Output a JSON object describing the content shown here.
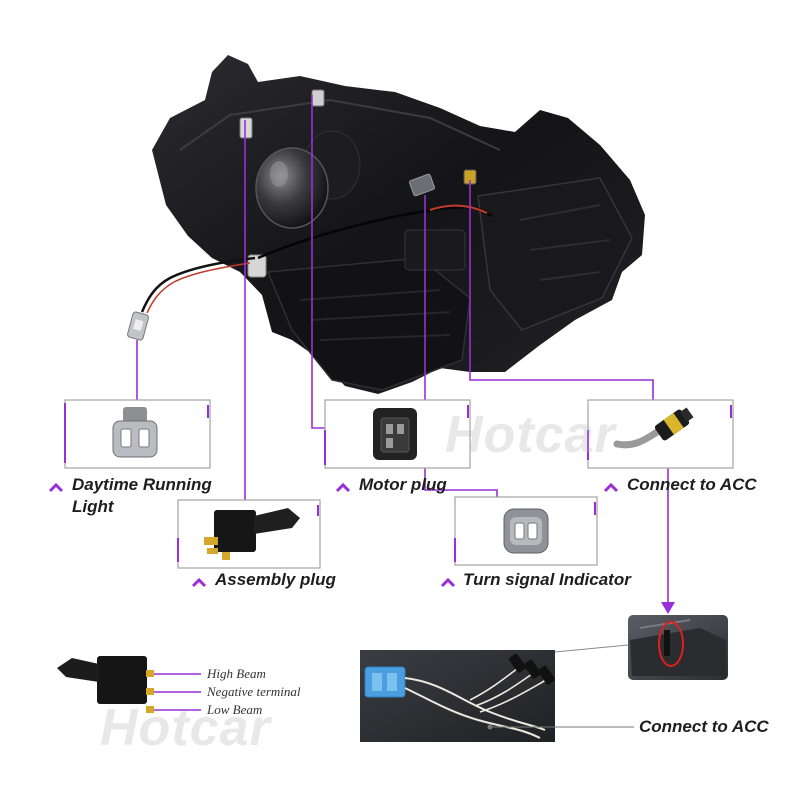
{
  "watermarks": [
    "Hotcar",
    "Hotcar"
  ],
  "callouts": {
    "drl": {
      "label_line1": "Daytime Running",
      "label_line2": "Light"
    },
    "motor": {
      "label": "Motor plug"
    },
    "acc_top": {
      "label": "Connect to ACC"
    },
    "assembly": {
      "label": "Assembly plug"
    },
    "turn": {
      "label": "Turn signal Indicator"
    }
  },
  "relay_legend": {
    "high": "High Beam",
    "negative": "Negative terminal",
    "low": "Low Beam"
  },
  "acc_bottom": {
    "label": "Connect to ACC"
  },
  "icons": [
    "caret-up-icon",
    "connector-icon",
    "relay-icon"
  ],
  "colors": {
    "accent": "#9a2fd8",
    "box_border": "#a3a3a3",
    "label_text": "#1e1e1e",
    "highlight_ring": "#e02020"
  }
}
